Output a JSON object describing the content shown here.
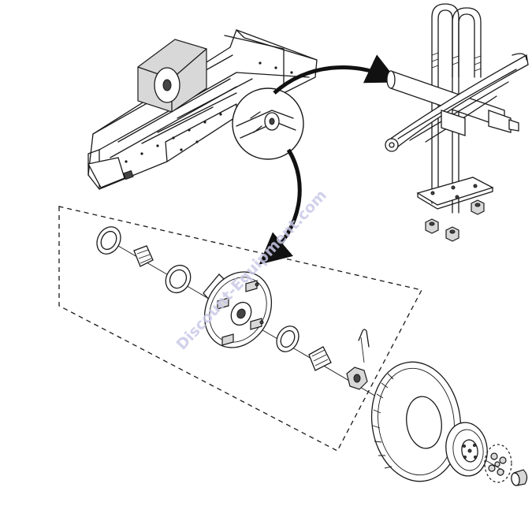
{
  "watermark": {
    "text": "Discount-Equipment.com"
  },
  "colors": {
    "line": "#1a1a1a",
    "watermark": "#c9c9e8",
    "background": "#ffffff"
  },
  "parts": [
    "trailer-frame",
    "detail-circle",
    "leaf-spring-assembly",
    "axle-spindle",
    "u-bolts",
    "tie-plate",
    "u-bolt-nuts",
    "grease-seal",
    "inner-bearing",
    "inner-race",
    "hub",
    "wheel-studs",
    "outer-race",
    "outer-bearing",
    "cotter-pin",
    "castle-nut",
    "tire",
    "rim",
    "lug-nuts",
    "dust-cap"
  ]
}
